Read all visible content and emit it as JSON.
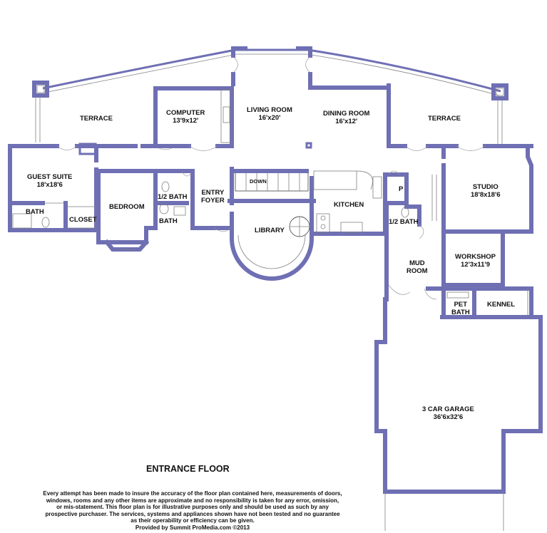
{
  "plan": {
    "title": "ENTRANCE FLOOR",
    "disclaimer": "Every attempt has been made to insure the accuracy of the floor plan contained here, measurements of doors, windows, rooms and any other items are approximate and no responsibility is taken for any error, omission, or mis-statement.  This floor plan is for illustrative purposes only and should be used as such by any prospective purchaser. The services, systems and appliances shown have not been tested and no guarantee as their operability or efficiency can be given.",
    "credit": "Provided by Summit ProMedia.com ©2013",
    "rooms": {
      "terrace_left": {
        "name": "TERRACE"
      },
      "computer": {
        "name": "COMPUTER",
        "dims": "13'9x12'"
      },
      "living_room": {
        "name": "LIVING ROOM",
        "dims": "16'x20'"
      },
      "dining_room": {
        "name": "DINING ROOM",
        "dims": "16'x12'"
      },
      "terrace_right": {
        "name": "TERRACE"
      },
      "guest_suite": {
        "name": "GUEST SUITE",
        "dims": "18'x18'6"
      },
      "bedroom": {
        "name": "BEDROOM"
      },
      "half_bath_left": {
        "name": "1/2 BATH"
      },
      "entry_foyer": {
        "name": "ENTRY",
        "name2": "FOYER"
      },
      "down": {
        "name": "DOWN"
      },
      "pantry": {
        "name": "P"
      },
      "studio": {
        "name": "STUDIO",
        "dims": "18'8x18'6"
      },
      "bath_left": {
        "name": "BATH"
      },
      "closet": {
        "name": "CLOSET"
      },
      "bath_mid": {
        "name": "BATH"
      },
      "kitchen": {
        "name": "KITCHEN"
      },
      "library": {
        "name": "LIBRARY"
      },
      "half_bath_right": {
        "name": "1/2 BATH"
      },
      "mud_room": {
        "name": "MUD",
        "name2": "ROOM"
      },
      "workshop": {
        "name": "WORKSHOP",
        "dims": "12'3x11'9"
      },
      "pet_bath": {
        "name": "PET",
        "name2": "BATH"
      },
      "kennel": {
        "name": "KENNEL"
      },
      "garage": {
        "name": "3 CAR GARAGE",
        "dims": "36'6x32'6"
      }
    },
    "colors": {
      "wall": "#6f6fb4",
      "fixture": "#808080",
      "text": "#111111"
    }
  }
}
